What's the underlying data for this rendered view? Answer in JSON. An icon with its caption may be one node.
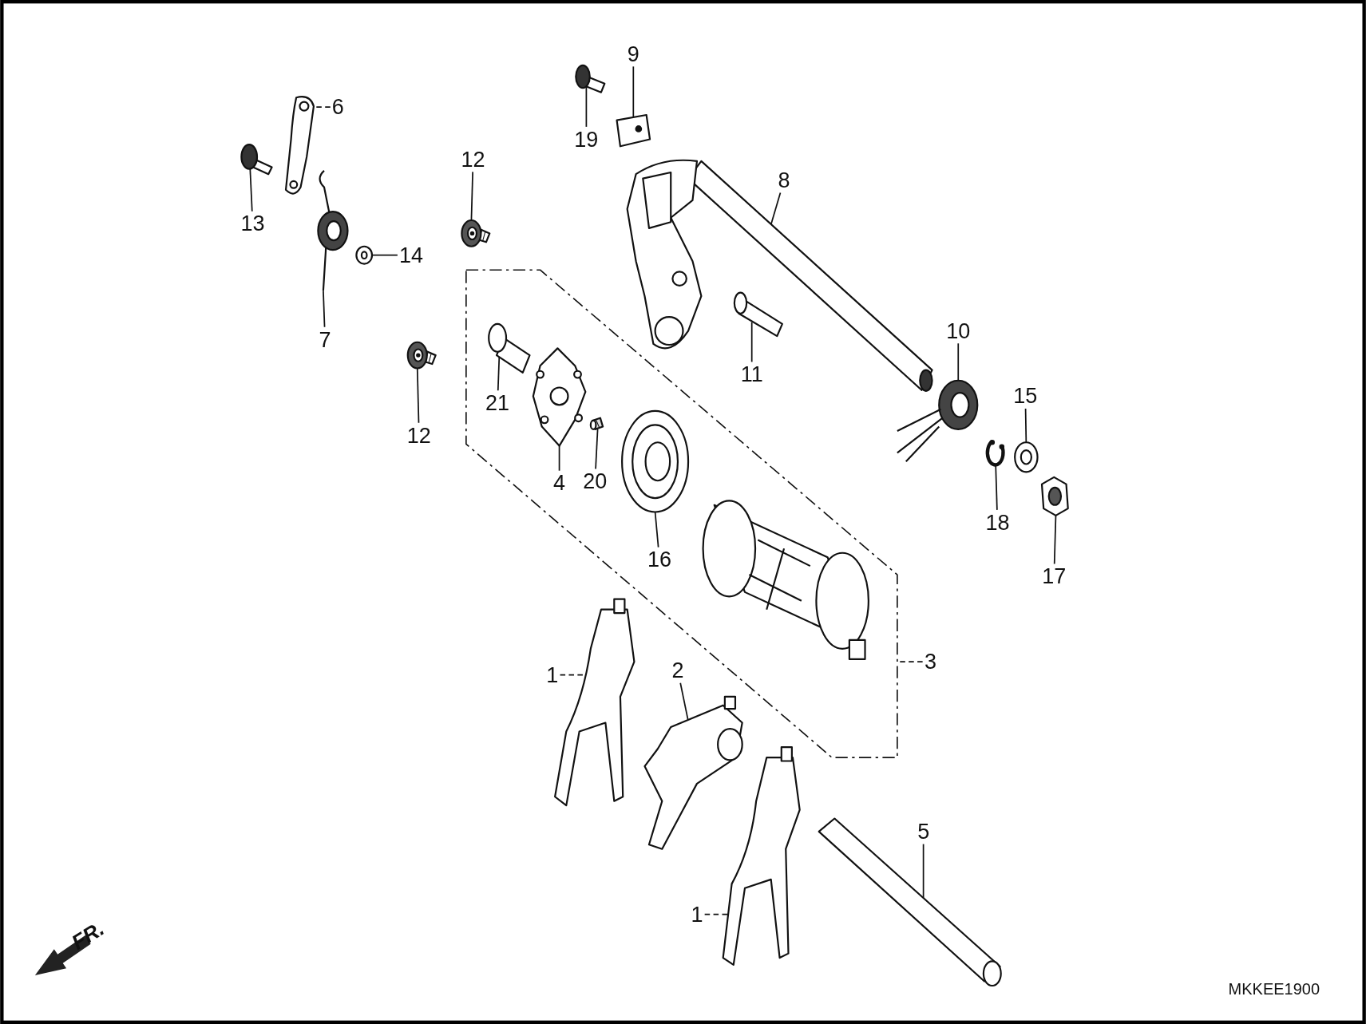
{
  "diagram": {
    "nodes": [
      {
        "text": [
          "9"
        ]
      },
      {
        "text": [
          "6"
        ]
      },
      {
        "text": [
          "19"
        ]
      },
      {
        "text": [
          "12"
        ]
      },
      {
        "text": [
          "8"
        ]
      },
      {
        "text": [
          "13"
        ]
      },
      {
        "text": [
          "14"
        ]
      },
      {
        "text": [
          "10"
        ]
      },
      {
        "text": [
          "7"
        ]
      },
      {
        "text": [
          "11"
        ]
      },
      {
        "text": [
          "15"
        ]
      },
      {
        "text": [
          "21"
        ],
        "in": 31
      },
      {
        "text": [
          "12"
        ]
      },
      {
        "text": [
          "20"
        ],
        "in": 31
      },
      {
        "text": [
          "4"
        ],
        "in": 31
      },
      {
        "text": [
          "18"
        ]
      },
      {
        "text": [
          "16"
        ],
        "in": 31
      },
      {
        "text": [
          "17"
        ]
      },
      {
        "text": [
          "3"
        ]
      },
      {
        "text": [
          "2"
        ]
      },
      {
        "text": [
          "1"
        ]
      },
      {
        "text": [
          "5"
        ]
      },
      {
        "text": [
          "1"
        ]
      },
      {
        "text": [],
        "shape": "picture"
      },
      {
        "text": [],
        "shape": "picture"
      },
      {
        "text": [],
        "shape": "picture"
      },
      {
        "text": [],
        "shape": "picture"
      },
      {
        "text": [],
        "shape": "picture"
      },
      {
        "text": [],
        "shape": "picture"
      },
      {
        "text": [],
        "shape": "picture"
      },
      {
        "text": [],
        "shape": "picture"
      },
      {
        "text": [],
        "shape": "box"
      },
      {
        "text": [],
        "shape": "picture"
      },
      {
        "text": [],
        "shape": "picture",
        "in": 31
      },
      {
        "text": [],
        "shape": "picture",
        "in": 31
      },
      {
        "text": [],
        "shape": "picture"
      },
      {
        "text": [],
        "shape": "picture"
      },
      {
        "text": [],
        "shape": "picture",
        "in": 31
      },
      {
        "text": [],
        "shape": "picture",
        "in": 31
      },
      {
        "text": [],
        "shape": "picture"
      },
      {
        "text": [],
        "shape": "picture"
      },
      {
        "text": [],
        "shape": "picture"
      },
      {
        "text": [],
        "shape": "picture"
      },
      {
        "text": [],
        "shape": "picture"
      },
      {
        "text": [],
        "shape": "picture"
      },
      {
        "text": [],
        "shape": "picture"
      }
    ],
    "edges": [
      {
        "from": 0,
        "to": 25,
        "arrow": "none"
      },
      {
        "from": 1,
        "to": 24,
        "arrow": "none",
        "style": "dashed"
      },
      {
        "from": 2,
        "to": 23,
        "arrow": "none"
      },
      {
        "from": 3,
        "to": 29,
        "arrow": "none"
      },
      {
        "from": 4,
        "to": 27,
        "arrow": "none"
      },
      {
        "from": 5,
        "to": 26,
        "arrow": "none"
      },
      {
        "from": 6,
        "to": 30,
        "arrow": "none"
      },
      {
        "from": 7,
        "to": 36,
        "arrow": "none"
      },
      {
        "from": 8,
        "to": 28,
        "arrow": "none"
      },
      {
        "from": 9,
        "to": 32,
        "arrow": "none"
      },
      {
        "from": 10,
        "to": 40,
        "arrow": "none"
      },
      {
        "from": 11,
        "to": 33,
        "arrow": "none"
      },
      {
        "from": 12,
        "to": 35,
        "arrow": "none"
      },
      {
        "from": 13,
        "to": 37,
        "arrow": "none"
      },
      {
        "from": 14,
        "to": 34,
        "arrow": "none"
      },
      {
        "from": 15,
        "to": 39,
        "arrow": "none"
      },
      {
        "from": 16,
        "to": 38,
        "arrow": "none"
      },
      {
        "from": 17,
        "to": 41,
        "arrow": "none"
      },
      {
        "from": 18,
        "to": 31,
        "arrow": "none",
        "style": "dashed"
      },
      {
        "from": 19,
        "to": 43,
        "arrow": "none"
      },
      {
        "from": 20,
        "to": 42,
        "arrow": "none",
        "style": "dashed"
      },
      {
        "from": 21,
        "to": 45,
        "arrow": "none"
      },
      {
        "from": 22,
        "to": 44,
        "arrow": "none",
        "style": "dashed"
      }
    ],
    "labels": [
      "FR.",
      "MKKEE1900"
    ]
  }
}
